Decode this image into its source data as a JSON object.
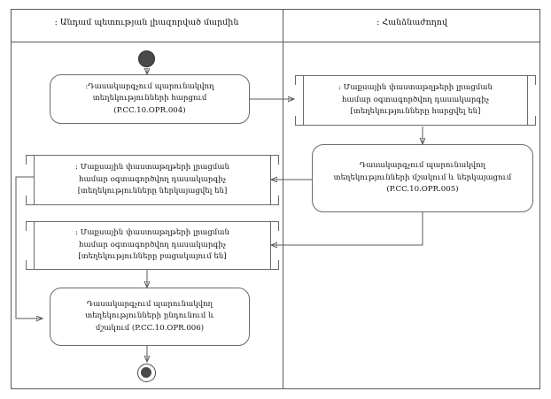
{
  "diagram": {
    "type": "uml-activity-diagram",
    "title": "",
    "lanes": [
      {
        "id": "lane-left",
        "label": ": Անդամ պետության լիազորված մարմին"
      },
      {
        "id": "lane-right",
        "label": ": Հանձնաժողով"
      }
    ],
    "nodes": {
      "start": {
        "kind": "initial-node",
        "label": ""
      },
      "end": {
        "kind": "final-node",
        "label": ""
      },
      "act_opr004": {
        "kind": "activity",
        "lane": "lane-left",
        "line1": ":Դասակարգչում պարունակվող",
        "line2": "տեղեկությունների հարցում",
        "line3": "(P.CC.10.OPR.004)",
        "code": "P.CC.10.OPR.004"
      },
      "obj_requested": {
        "kind": "object-node",
        "lane": "lane-right",
        "line1": ": Մաքսային փաստաթղթերի լրացման",
        "line2": "համար օգտագործվող դասակարգիչ",
        "line3": "[տեղեկությունները հարցվել են]",
        "state": "տեղեկությունները հարցվել են"
      },
      "act_opr005": {
        "kind": "activity",
        "lane": "lane-right",
        "line1": "Դասակարգչում պարունակվող",
        "line2": "տեղեկությունների մշակում և ներկայացում",
        "line3": "(P.CC.10.OPR.005)",
        "code": "P.CC.10.OPR.005"
      },
      "obj_presented": {
        "kind": "object-node",
        "lane": "lane-left",
        "line1": ": Մաքսային փաստաթղթերի լրացման",
        "line2": "համար օգտագործվող դասակարգիչ",
        "line3": "[տեղեկությունները ներկայացվել են]",
        "state": "տեղեկությունները ներկայացվել են"
      },
      "obj_absent": {
        "kind": "object-node",
        "lane": "lane-left",
        "line1": ": Մաքսային փաստաթղթերի լրացման",
        "line2": "համար օգտագործվող դասակարգիչ",
        "line3": "[տեղեկությունները բացակայում են]",
        "state": "տեղեկությունները բացակայում են"
      },
      "act_opr006": {
        "kind": "activity",
        "lane": "lane-left",
        "line1": "Դասակարգչում պարունակվող",
        "line2": "տեղեկությունների ընդունում և",
        "line3": "մշակում (P.CC.10.OPR.006)",
        "code": "P.CC.10.OPR.006"
      }
    },
    "edges": [
      {
        "from": "start",
        "to": "act_opr004"
      },
      {
        "from": "act_opr004",
        "to": "obj_requested"
      },
      {
        "from": "obj_requested",
        "to": "act_opr005"
      },
      {
        "from": "act_opr005",
        "to": "obj_presented"
      },
      {
        "from": "act_opr005",
        "to": "obj_absent"
      },
      {
        "from": "obj_presented",
        "to": "act_opr006"
      },
      {
        "from": "obj_absent",
        "to": "act_opr006"
      },
      {
        "from": "act_opr006",
        "to": "end"
      }
    ],
    "colors": {
      "line": "#5a5a5a",
      "node_fill": "#ffffff",
      "text": "#111111",
      "initial_fill": "#4a4a4a"
    }
  }
}
